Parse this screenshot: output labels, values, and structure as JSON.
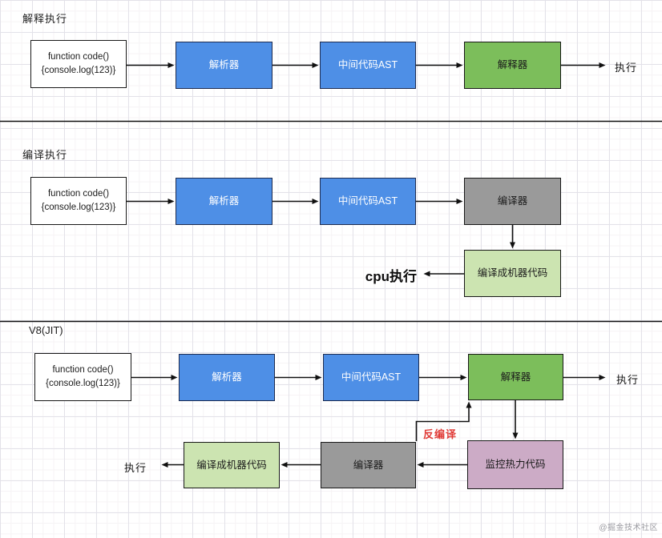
{
  "diagram_title_implicit": "JS 执行模型流程图",
  "colors": {
    "node_blue": "#4e8fe6",
    "node_green": "#7cbe5b",
    "node_gray": "#9a9a9a",
    "node_lightgreen": "#cce4b1",
    "node_pink": "#ccabc6",
    "decompile_red": "#e03a36",
    "line_black": "#181818",
    "grid_major": "#e3e2e9",
    "grid_minor": "#f6f3f5"
  },
  "sections": [
    {
      "title": "解释执行",
      "source": {
        "line1": "function code()",
        "line2": "{console.log(123)}"
      },
      "nodes": [
        {
          "label": "解析器"
        },
        {
          "label": "中间代码AST"
        },
        {
          "label": "解释器"
        }
      ],
      "end_label": "执行"
    },
    {
      "title": "编译执行",
      "source": {
        "line1": "function code()",
        "line2": "{console.log(123)}"
      },
      "nodes": [
        {
          "label": "解析器"
        },
        {
          "label": "中间代码AST"
        },
        {
          "label": "编译器"
        },
        {
          "label": "编译成机器代码"
        }
      ],
      "end_label": "cpu执行"
    },
    {
      "title": "V8(JIT)",
      "source": {
        "line1": "function code()",
        "line2": "{console.log(123)}"
      },
      "nodes": [
        {
          "label": "解析器"
        },
        {
          "label": "中间代码AST"
        },
        {
          "label": "解释器"
        },
        {
          "label": "监控热力代码"
        },
        {
          "label": "编译器"
        },
        {
          "label": "编译成机器代码"
        }
      ],
      "end_label_right": "执行",
      "end_label_left": "执行",
      "decompile_label": "反编译"
    }
  ],
  "watermark": "@掘金技术社区"
}
